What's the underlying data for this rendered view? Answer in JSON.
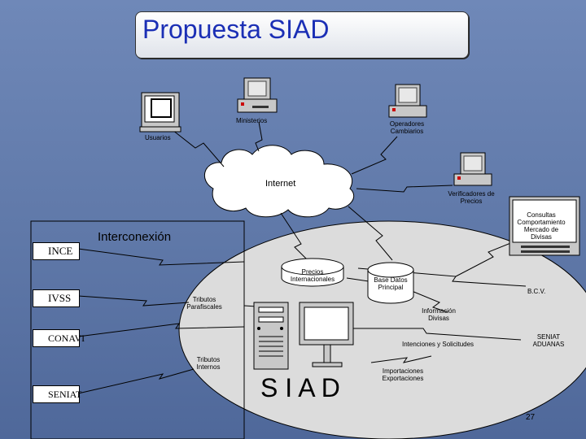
{
  "title": "Propuesta SIAD",
  "nodes": {
    "ministerios": "Ministerios",
    "operadores": "Operadores Cambiarios",
    "usuarios": "Usuarios",
    "internet": "Internet",
    "verificadores": "Verificadores de Precios",
    "consultas": "Consultas Comportamiento Mercado de Divisas",
    "interconexion": "Interconexión",
    "precios": "Precios Internacionales",
    "base_datos": "Base Datos Principal",
    "bcv": "B.C.V.",
    "tributos_parafiscales": "Tributos Parafiscales",
    "informacion_divisas": "Información Divisas",
    "intenciones": "Intenciones y Solicitudes",
    "seniat_aduanas": "SENIAT ADUANAS",
    "tributos_internos": "Tributos Internos",
    "importaciones": "Importaciones Exportaciones",
    "siad": "S I A D"
  },
  "entities": [
    "INCE",
    "IVSS",
    "CONAVI",
    "SENIAT"
  ],
  "page_number": "27"
}
